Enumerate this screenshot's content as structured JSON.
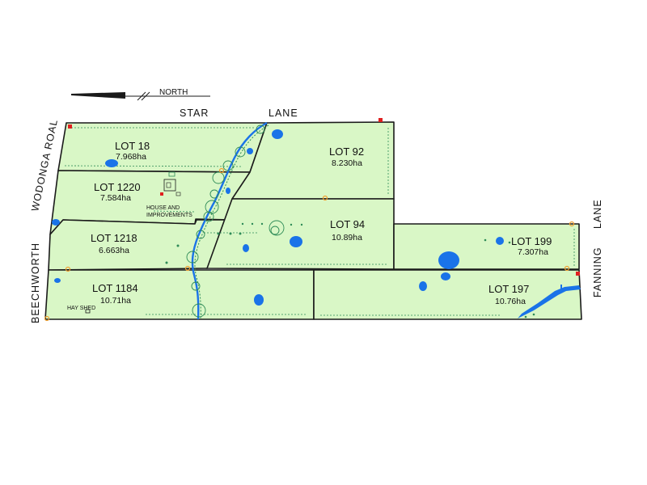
{
  "roads": {
    "star": "STAR",
    "lane": "LANE",
    "wodonga": "WODONGA ROAL",
    "beechworth": "BEECHWORTH",
    "fanning": "FANNING",
    "fanning_lane": "LANE"
  },
  "north": "NORTH",
  "features": {
    "house_line1": "HOUSE AND",
    "house_line2": "IMPROVEMENTS",
    "hay_shed": "HAY SHED"
  },
  "lots": [
    {
      "id": "lot18",
      "name": "LOT 18",
      "area": "7.968ha"
    },
    {
      "id": "lot1220",
      "name": "LOT 1220",
      "area": "7.584ha"
    },
    {
      "id": "lot1218",
      "name": "LOT 1218",
      "area": "6.663ha"
    },
    {
      "id": "lot1184",
      "name": "LOT 1184",
      "area": "10.71ha"
    },
    {
      "id": "lot92",
      "name": "LOT 92",
      "area": "8.230ha"
    },
    {
      "id": "lot94",
      "name": "LOT 94",
      "area": "10.89ha"
    },
    {
      "id": "lot199",
      "name": "LOT 199",
      "area": "7.307ha"
    },
    {
      "id": "lot197",
      "name": "LOT 197",
      "area": "10.76ha"
    }
  ],
  "colors": {
    "lot_fill": "#d9f7c6",
    "boundary": "#1a1a1a",
    "water": "#1a73e8",
    "vegetation": "#2e8b57",
    "peg_red": "#e02020",
    "peg_orange": "#f0a030"
  }
}
